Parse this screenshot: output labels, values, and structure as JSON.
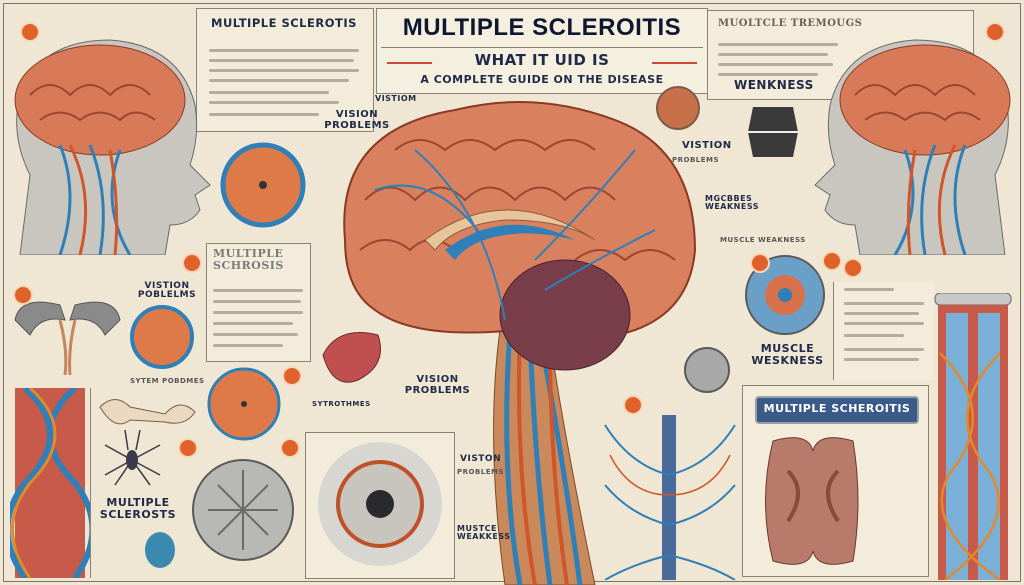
{
  "title": {
    "main": "MULTIPLE SCLEROITIS",
    "line1": "WHAT IT UID IS",
    "line2": "A COMPLETE GUIDE ON THE DISEASE"
  },
  "panels": {
    "top_left_heading": "MULTIPLE SCLEROTIS",
    "top_right_heading": "MUOLTCLE TREMOUGS",
    "top_right_label": "WENKNESS",
    "left_box_heading": "MULTIPLE SCHROSIS",
    "banner": "MULTIPLE SCHEROITIS",
    "bottom_left_label": "MULTIPLE SCLEROSTS"
  },
  "labels": {
    "vision_problems_top": "VISION PROBLEMS",
    "vistiom": "VISTIOM",
    "vistion_right": "VISTION",
    "vistion_right_sub": "PROBLEMS",
    "muscle_weakness_right": "MGCBBES WEAKNESS",
    "weakness_line": "MUSCLE WEAKNESS",
    "vistion_left": "VISTION POBLELMS",
    "symptoms_left": "SYTEM POBDMES",
    "symptoms_center": "SYTROTHMES",
    "vision_problems_bottom": "VISION PROBLEMS",
    "viston": "VISTON",
    "viston_sub": "PROBLEMS",
    "muster_weakness": "MUSTCE WEAKKESS",
    "muscle_weskness": "MUSCLE WESKNESS"
  },
  "colors": {
    "background": "#efe7d3",
    "accent_orange": "#e0622a",
    "nerve_blue": "#2f7fb8",
    "brain": "#d9805f"
  }
}
